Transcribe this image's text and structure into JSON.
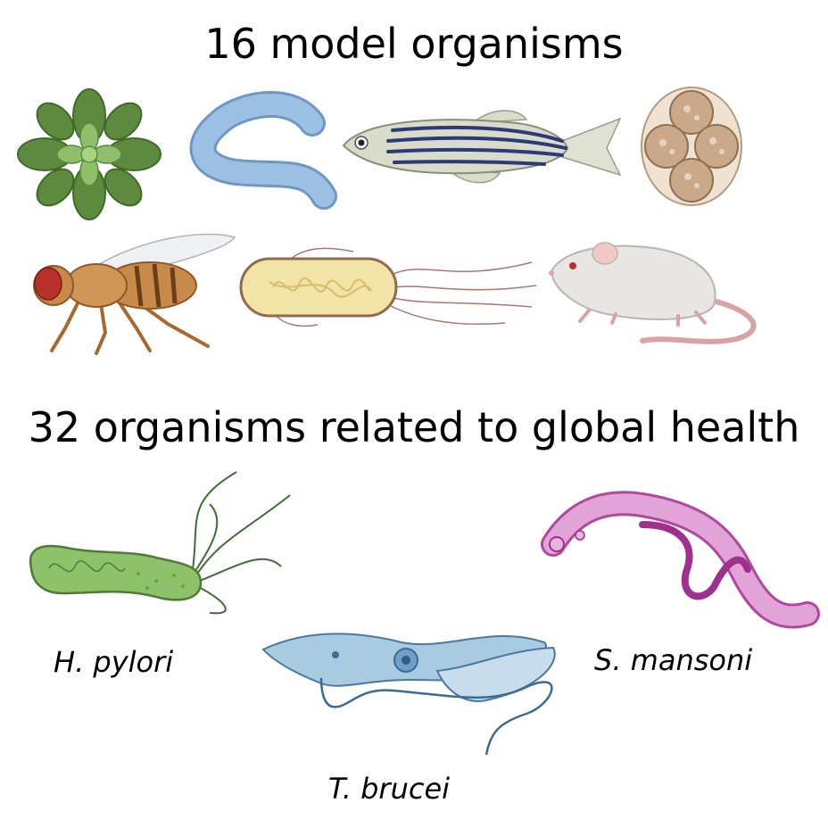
{
  "headings": {
    "model": "16 model organisms",
    "global_health": "32 organisms related to global health"
  },
  "labels": {
    "h_pylori": "H. pylori",
    "t_brucei": "T. brucei",
    "s_mansoni": "S. mansoni"
  },
  "colors": {
    "plant": "#5d8a3e",
    "worm": "#8fb4d9",
    "fish_body": "#d9dcc8",
    "fish_stripe": "#2b3b7a",
    "embryo": "#c9a98a",
    "fly_body": "#c88a4a",
    "fly_eye": "#b8302a",
    "bacterium": "#f2e3a6",
    "mouse": "#e8e6e3",
    "mouse_tail": "#d9a3a3",
    "h_pylori": "#8fc06a",
    "t_brucei": "#a9cbe2",
    "s_mansoni": "#d98fd0"
  }
}
